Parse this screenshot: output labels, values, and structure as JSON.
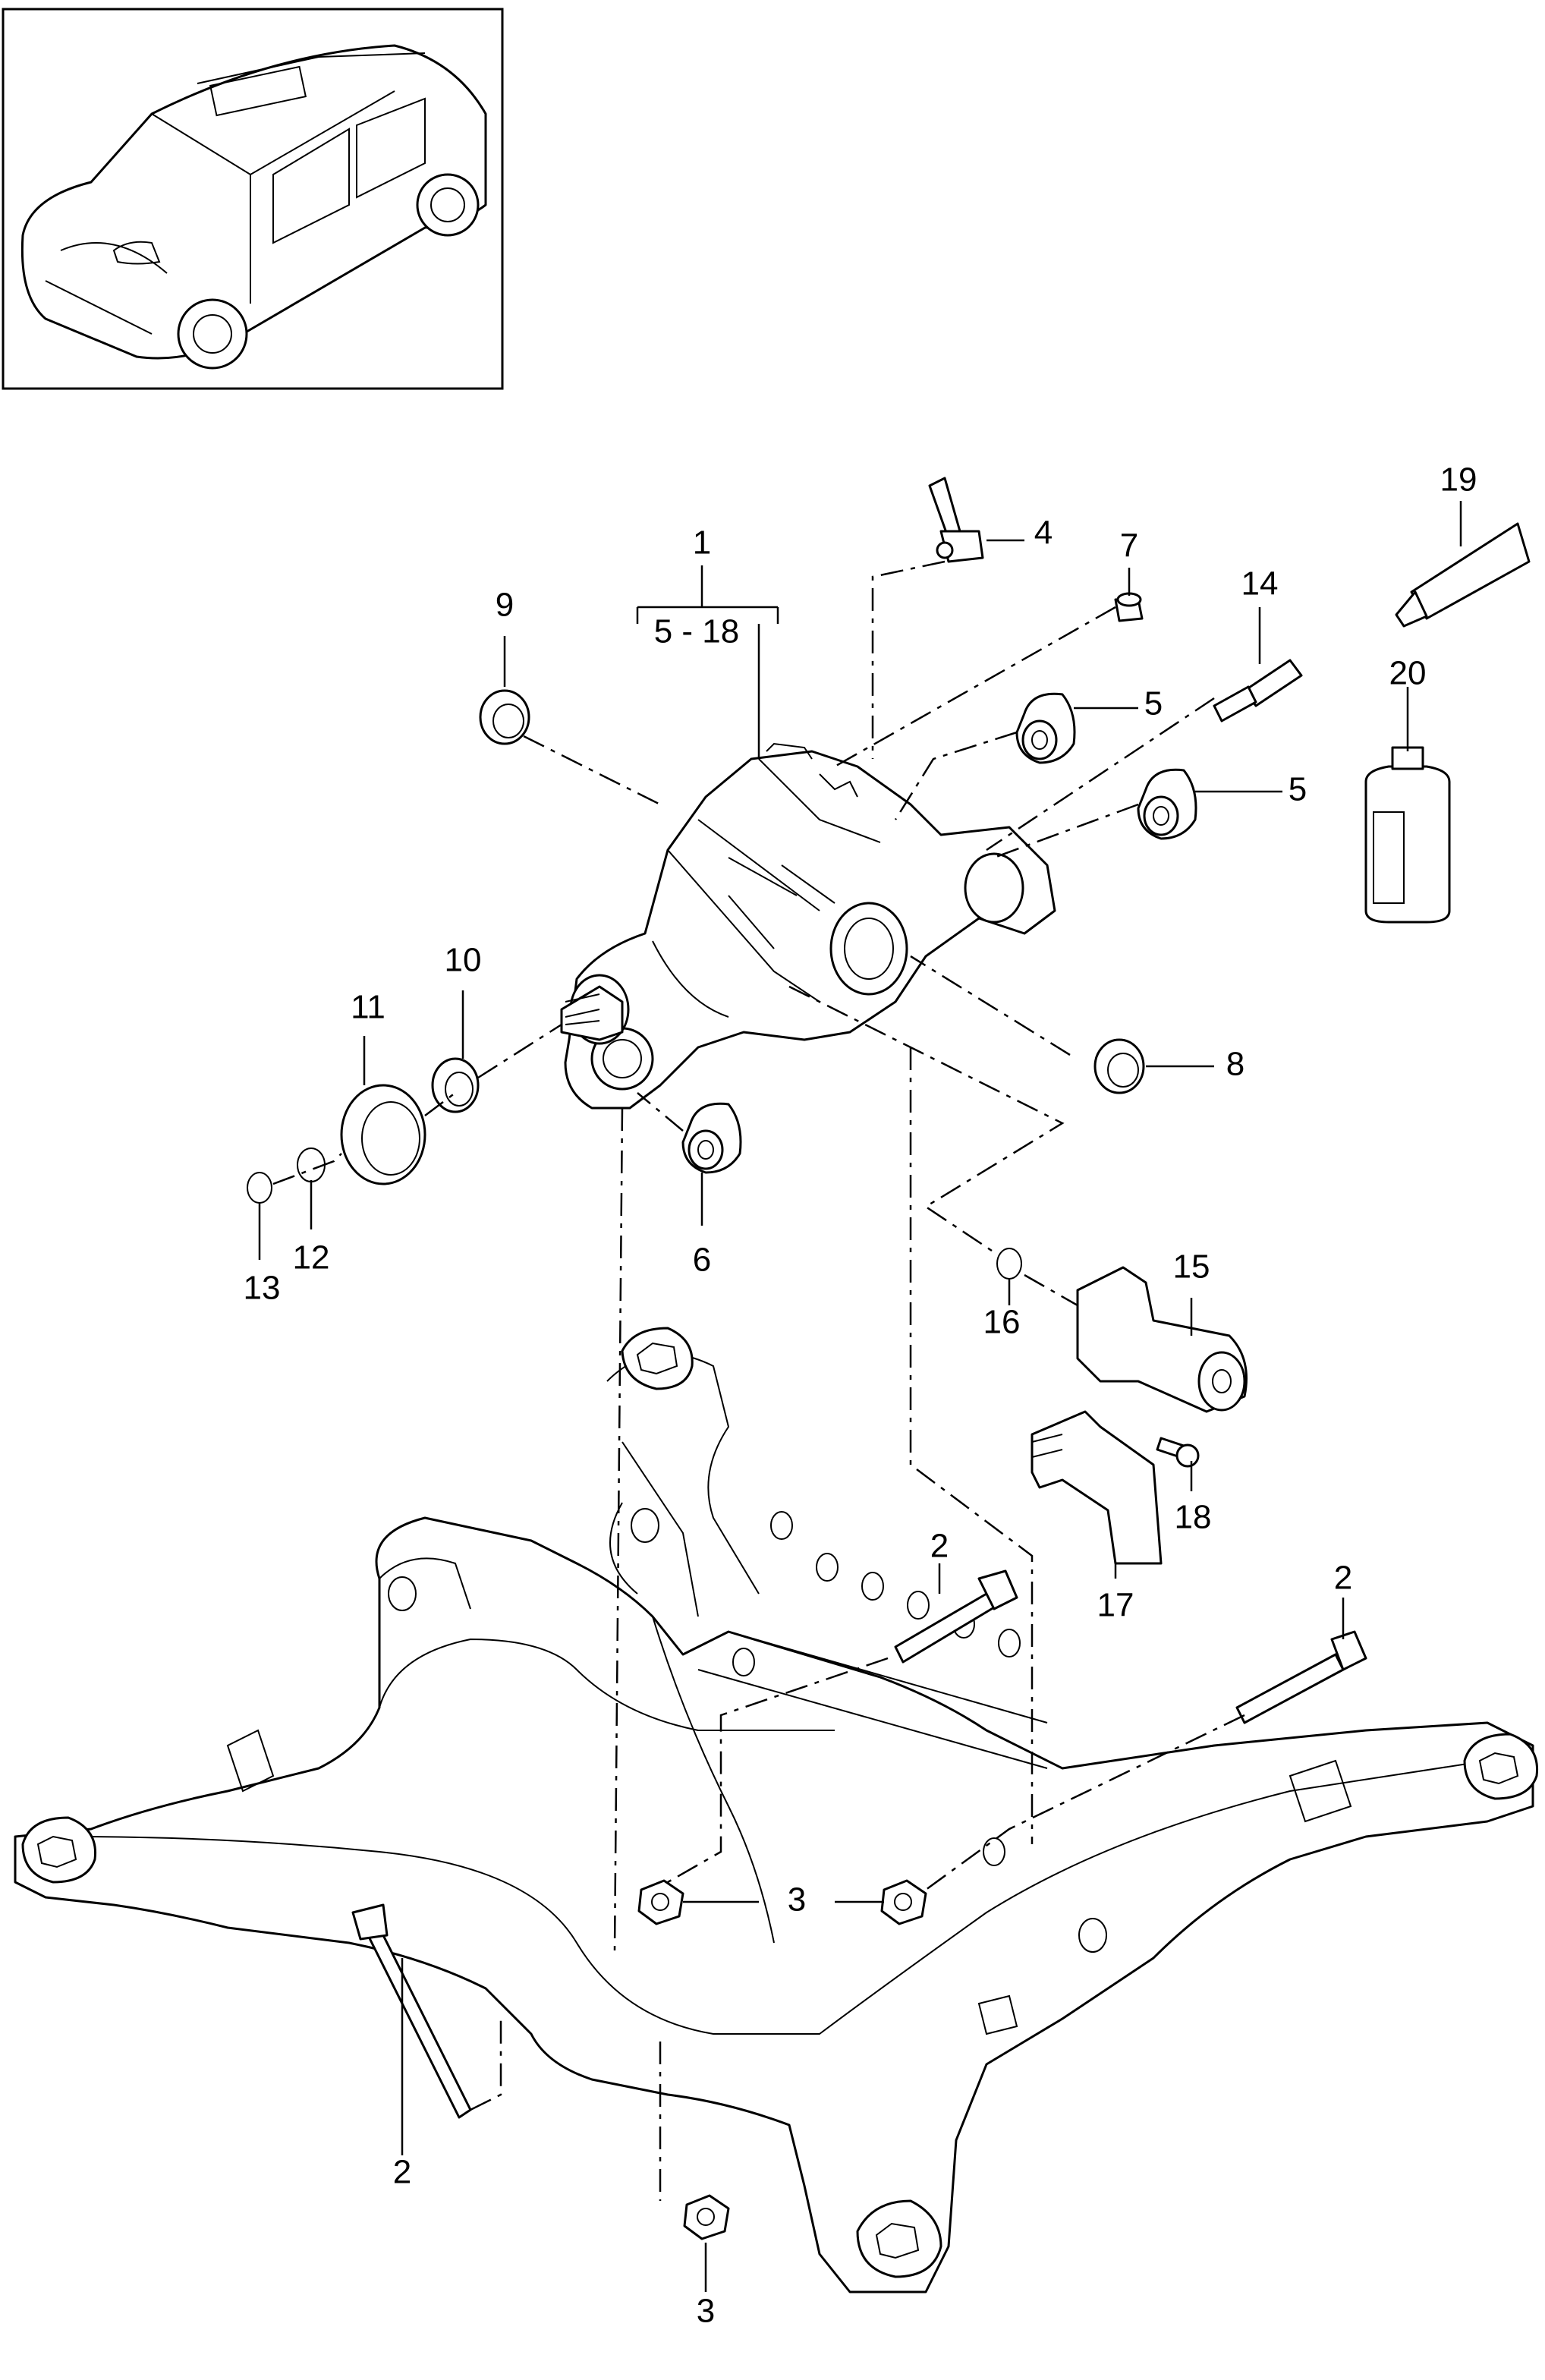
{
  "callouts": {
    "c1": "1",
    "c1_range": "5 - 18",
    "c2a": "2",
    "c2b": "2",
    "c2c": "2",
    "c3a": "3",
    "c3b": "3",
    "c4": "4",
    "c5a": "5",
    "c5b": "5",
    "c6": "6",
    "c7": "7",
    "c8": "8",
    "c9": "9",
    "c10": "10",
    "c11": "11",
    "c12": "12",
    "c13": "13",
    "c14": "14",
    "c15": "15",
    "c16": "16",
    "c17": "17",
    "c18": "18",
    "c19": "19",
    "c20": "20"
  },
  "icons": {
    "vehicle": "suv-vehicle-thumbnail",
    "differential": "rear-differential-housing",
    "subframe": "rear-axle-subframe"
  }
}
